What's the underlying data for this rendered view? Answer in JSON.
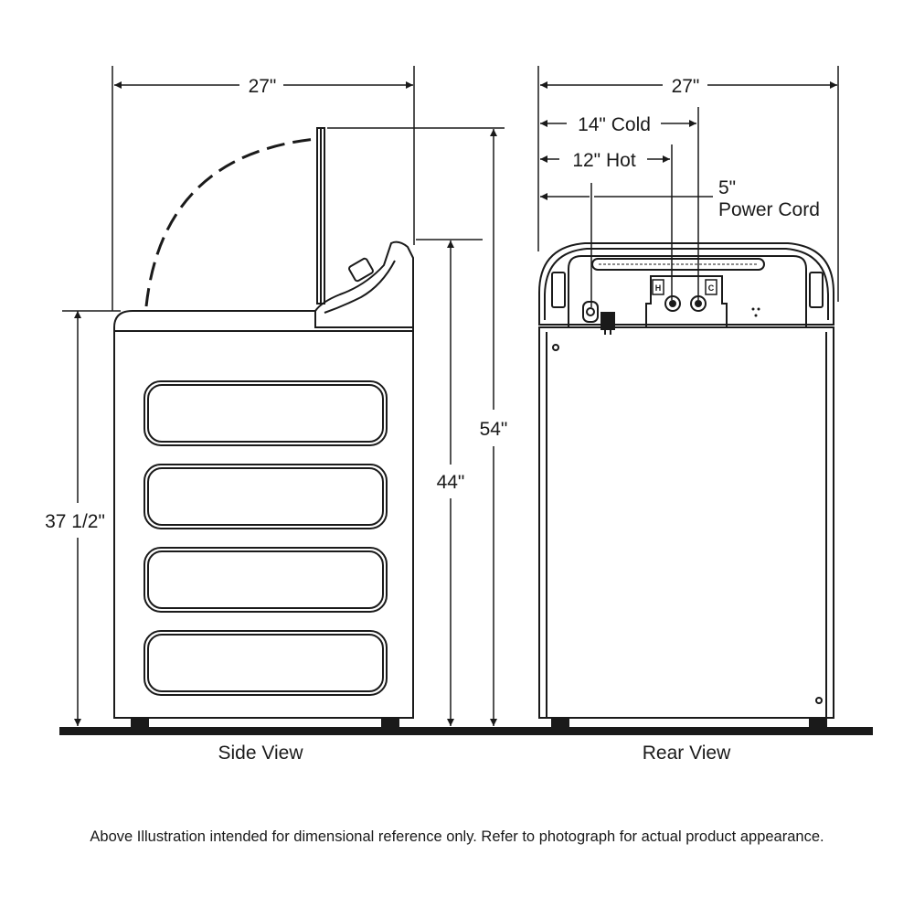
{
  "side_view": {
    "caption": "Side View",
    "width_label": "27\"",
    "height_cabinet_label": "37 1/2\"",
    "height_console_label": "44\"",
    "height_lid_open_label": "54\""
  },
  "rear_view": {
    "caption": "Rear View",
    "width_label": "27\"",
    "cold_label": "14\" Cold",
    "hot_label": "12\" Hot",
    "power_cord_value": "5\"",
    "power_cord_label": "Power Cord",
    "hot_marker": "H",
    "cold_marker": "C"
  },
  "footnote": "Above Illustration intended for dimensional reference only. Refer to photograph for actual product appearance."
}
